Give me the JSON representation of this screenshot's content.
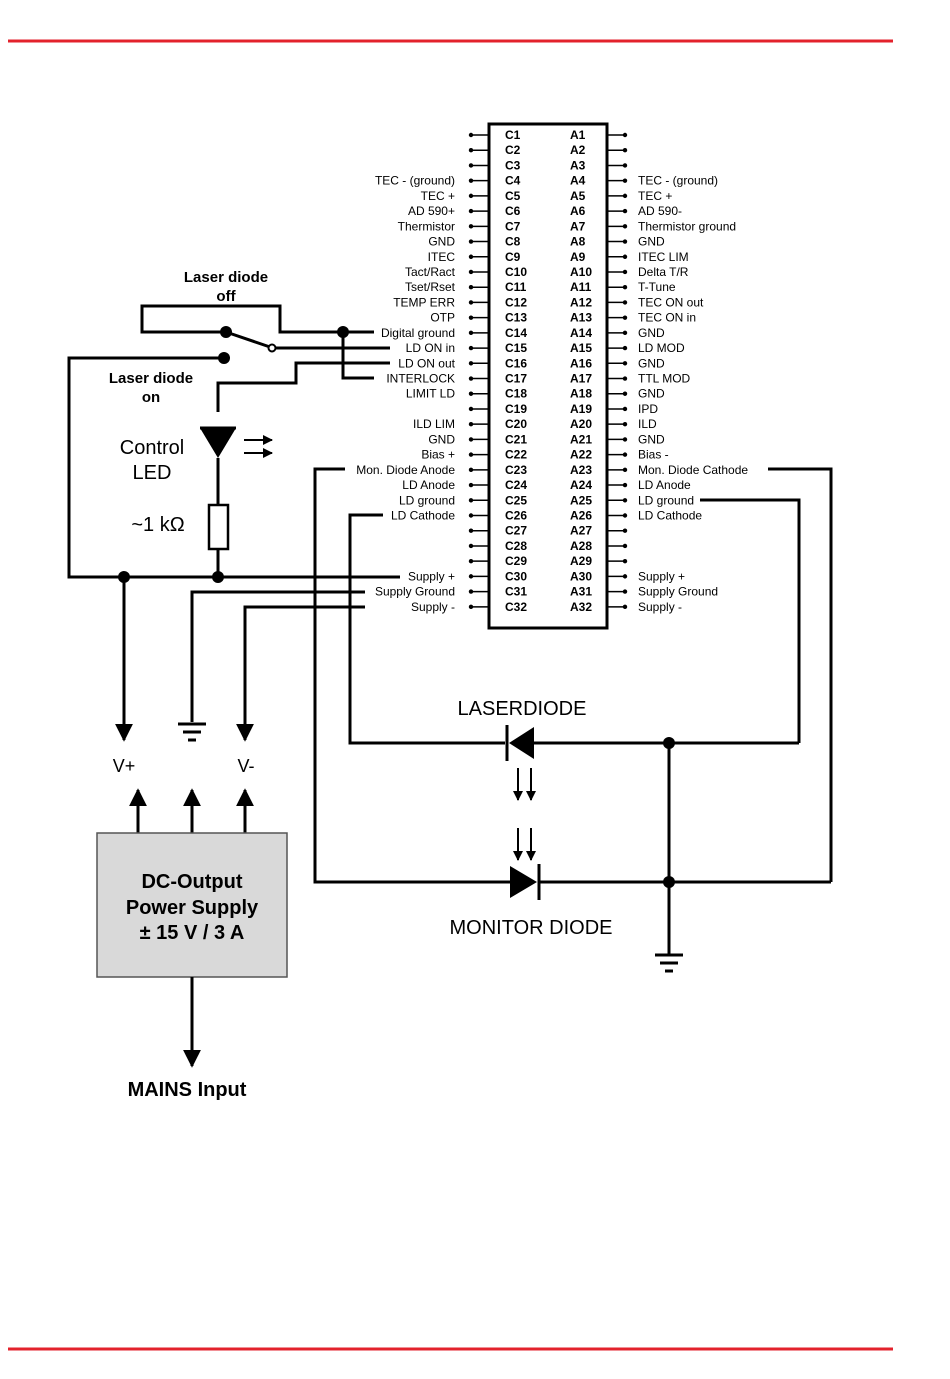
{
  "page": {
    "rule_color": "#e3222c"
  },
  "connector": {
    "rows": [
      {
        "c": "C1",
        "a": "A1",
        "left": "",
        "right": ""
      },
      {
        "c": "C2",
        "a": "A2",
        "left": "",
        "right": ""
      },
      {
        "c": "C3",
        "a": "A3",
        "left": "",
        "right": ""
      },
      {
        "c": "C4",
        "a": "A4",
        "left": "TEC - (ground)",
        "right": "TEC - (ground)"
      },
      {
        "c": "C5",
        "a": "A5",
        "left": "TEC +",
        "right": "TEC +"
      },
      {
        "c": "C6",
        "a": "A6",
        "left": "AD 590+",
        "right": "AD 590-"
      },
      {
        "c": "C7",
        "a": "A7",
        "left": "Thermistor",
        "right": "Thermistor ground"
      },
      {
        "c": "C8",
        "a": "A8",
        "left": "GND",
        "right": "GND"
      },
      {
        "c": "C9",
        "a": "A9",
        "left": "ITEC",
        "right": "ITEC LIM"
      },
      {
        "c": "C10",
        "a": "A10",
        "left": "Tact/Ract",
        "right": "Delta T/R"
      },
      {
        "c": "C11",
        "a": "A11",
        "left": "Tset/Rset",
        "right": "T-Tune"
      },
      {
        "c": "C12",
        "a": "A12",
        "left": "TEMP ERR",
        "right": "TEC ON out"
      },
      {
        "c": "C13",
        "a": "A13",
        "left": "OTP",
        "right": "TEC ON in"
      },
      {
        "c": "C14",
        "a": "A14",
        "left": "Digital ground",
        "right": "GND"
      },
      {
        "c": "C15",
        "a": "A15",
        "left": "LD ON in",
        "right": "LD MOD"
      },
      {
        "c": "C16",
        "a": "A16",
        "left": "LD ON out",
        "right": "GND"
      },
      {
        "c": "C17",
        "a": "A17",
        "left": "INTERLOCK",
        "right": "TTL MOD"
      },
      {
        "c": "C18",
        "a": "A18",
        "left": "LIMIT LD",
        "right": "GND"
      },
      {
        "c": "C19",
        "a": "A19",
        "left": "",
        "right": "IPD"
      },
      {
        "c": "C20",
        "a": "A20",
        "left": "ILD LIM",
        "right": "ILD"
      },
      {
        "c": "C21",
        "a": "A21",
        "left": "GND",
        "right": "GND"
      },
      {
        "c": "C22",
        "a": "A22",
        "left": "Bias +",
        "right": "Bias -"
      },
      {
        "c": "C23",
        "a": "A23",
        "left": "Mon. Diode Anode",
        "right": "Mon. Diode Cathode"
      },
      {
        "c": "C24",
        "a": "A24",
        "left": "LD Anode",
        "right": "LD Anode"
      },
      {
        "c": "C25",
        "a": "A25",
        "left": "LD ground",
        "right": "LD ground"
      },
      {
        "c": "C26",
        "a": "A26",
        "left": "LD Cathode",
        "right": "LD Cathode"
      },
      {
        "c": "C27",
        "a": "A27",
        "left": "",
        "right": ""
      },
      {
        "c": "C28",
        "a": "A28",
        "left": "",
        "right": ""
      },
      {
        "c": "C29",
        "a": "A29",
        "left": "",
        "right": ""
      },
      {
        "c": "C30",
        "a": "A30",
        "left": "Supply +",
        "right": "Supply +"
      },
      {
        "c": "C31",
        "a": "A31",
        "left": "Supply Ground",
        "right": "Supply Ground"
      },
      {
        "c": "C32",
        "a": "A32",
        "left": "Supply -",
        "right": "Supply -"
      }
    ]
  },
  "labels": {
    "ld_off_1": "Laser diode",
    "ld_off_2": "off",
    "ld_on_1": "Laser diode",
    "ld_on_2": "on",
    "control_led_1": "Control",
    "control_led_2": "LED",
    "resistor": "~1 kΩ",
    "v_plus": "V+",
    "v_minus": "V-",
    "psu_1": "DC-Output",
    "psu_2": "Power Supply",
    "psu_3": "± 15 V / 3 A",
    "mains": "MAINS Input",
    "laserdiode": "LASERDIODE",
    "monitor_diode": "MONITOR DIODE"
  }
}
